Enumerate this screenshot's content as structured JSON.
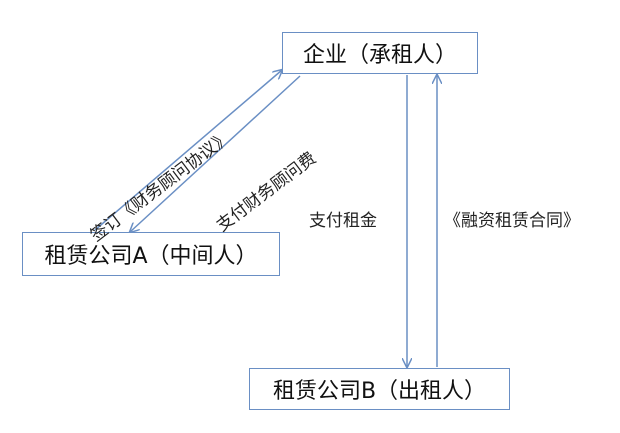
{
  "nodes": {
    "enterprise": "企业（承租人）",
    "lessor_a": "租赁公司A（中间人）",
    "lessor_b": "租赁公司B（出租人）"
  },
  "edges": {
    "sign_agreement": "签订《财务顾问协议》",
    "pay_fee": "支付财务顾问费",
    "pay_rent": "支付租金",
    "finance_lease": "《融资租赁合同》"
  },
  "colors": {
    "line": "#6a8fc4",
    "text": "#111111"
  }
}
